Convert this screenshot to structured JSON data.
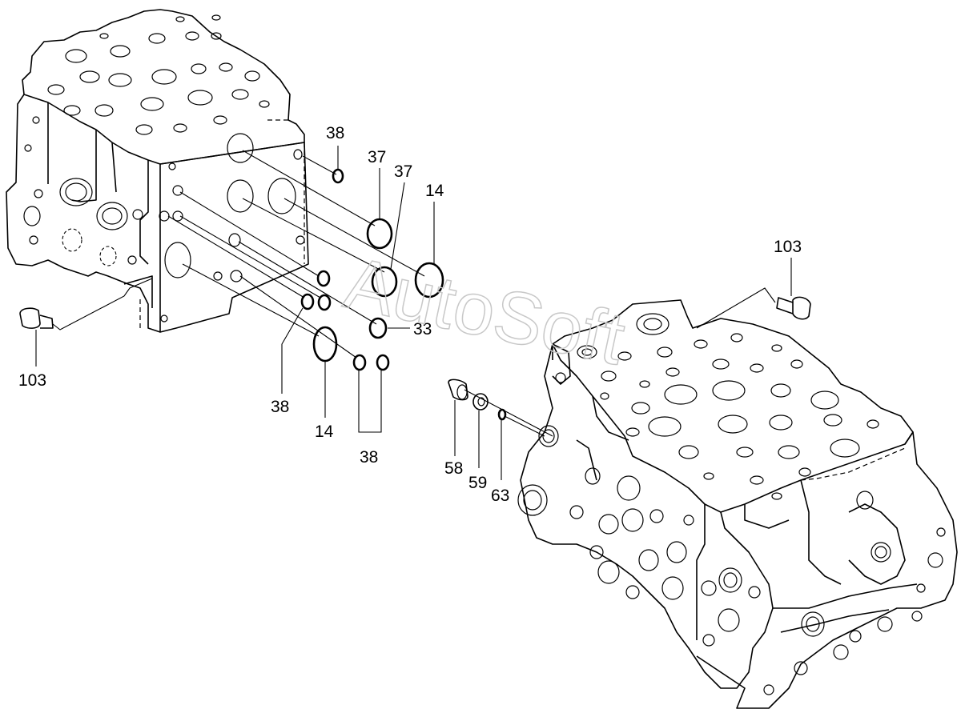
{
  "watermark": "AutoSoft",
  "callouts": [
    {
      "id": "c38a",
      "text": "38"
    },
    {
      "id": "c37a",
      "text": "37"
    },
    {
      "id": "c37b",
      "text": "37"
    },
    {
      "id": "c14a",
      "text": "14"
    },
    {
      "id": "c33",
      "text": "33"
    },
    {
      "id": "c38b",
      "text": "38"
    },
    {
      "id": "c14b",
      "text": "14"
    },
    {
      "id": "c38c",
      "text": "38"
    },
    {
      "id": "c103a",
      "text": "103"
    },
    {
      "id": "c103b",
      "text": "103"
    },
    {
      "id": "c58",
      "text": "58"
    },
    {
      "id": "c59",
      "text": "59"
    },
    {
      "id": "c63",
      "text": "63"
    }
  ]
}
